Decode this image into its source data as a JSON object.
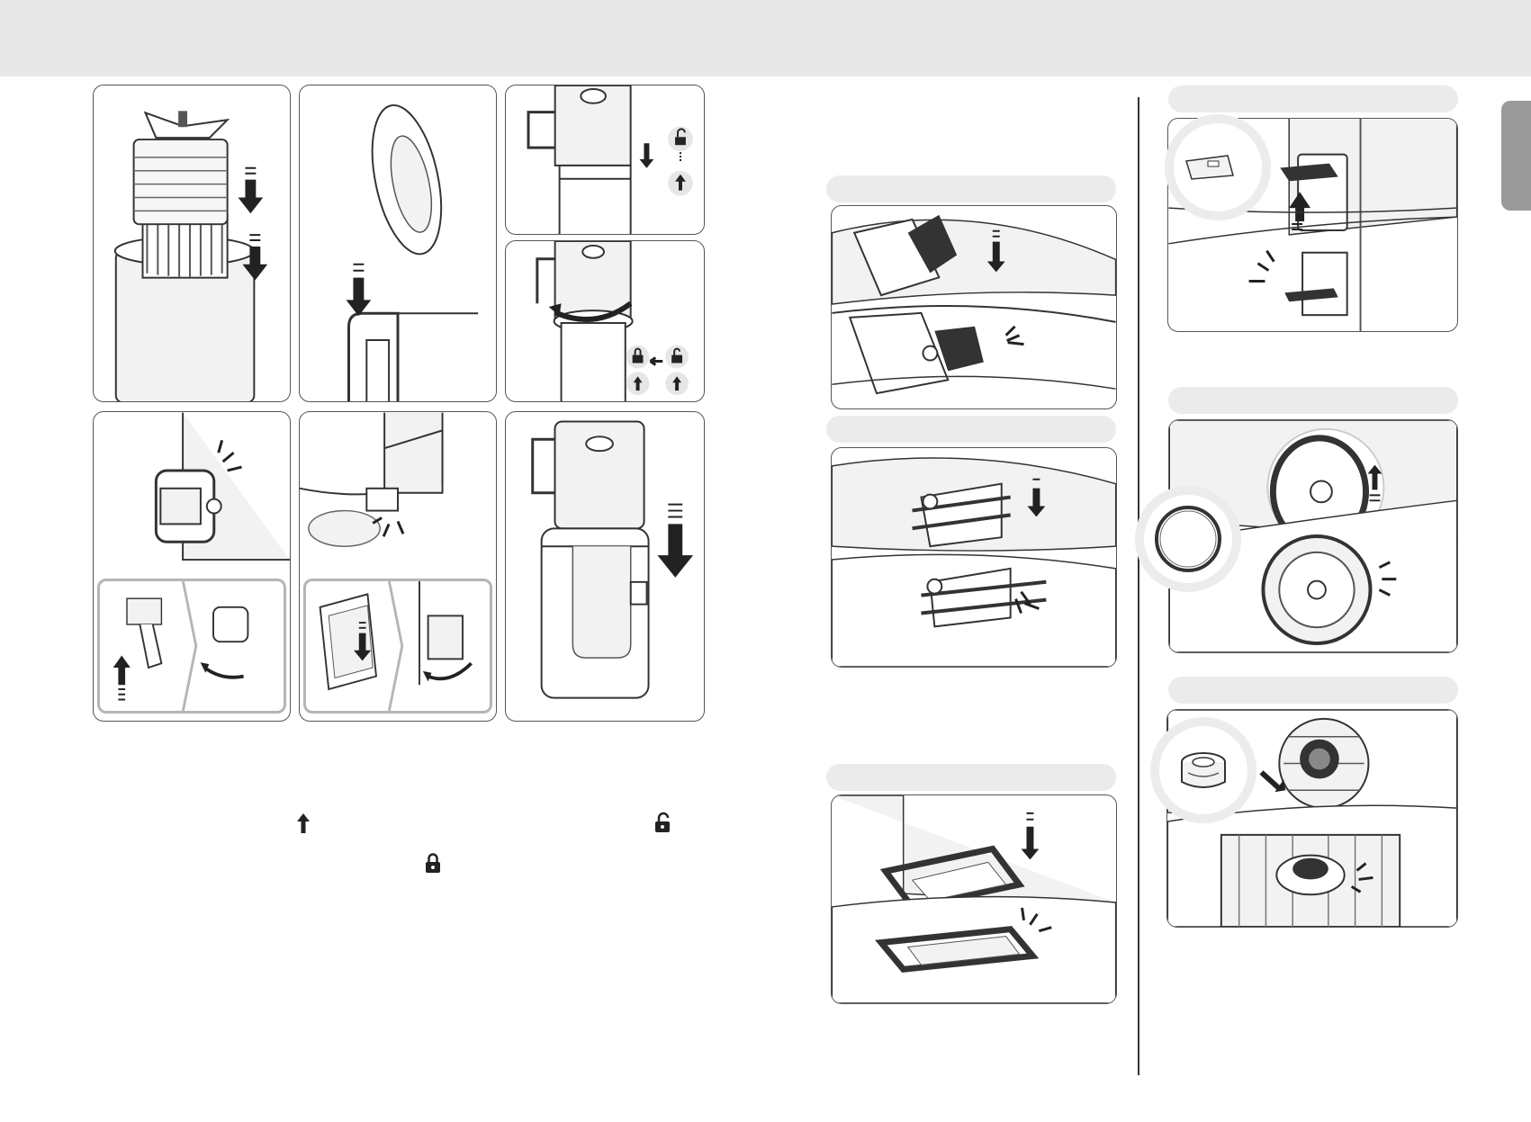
{
  "colors": {
    "header_band": "#e8e8e8",
    "section_bar": "#ebebeb",
    "side_tab": "#9a9a9a",
    "line": "#333333",
    "panel_border": "#555555",
    "subpanel_border": "#b5b5b5",
    "dark_part": "#333333",
    "light_part": "#f2f2f2"
  },
  "icons": {
    "inline_up_arrow": "arrow-up-icon",
    "inline_unlock": "unlock-icon",
    "inline_lock": "lock-icon"
  },
  "figures": {
    "left_grid": [
      "filter-insert",
      "lid-mount",
      "lid-lock-arrows",
      "lid-rotate-lock",
      "latch-click",
      "clip-click",
      "jug-remove"
    ],
    "right_column_a": [
      "pad-insert",
      "pad-clip",
      "gasket-insert"
    ],
    "right_column_b": [
      "tab-insert",
      "ring-seal",
      "valve-insert"
    ]
  }
}
